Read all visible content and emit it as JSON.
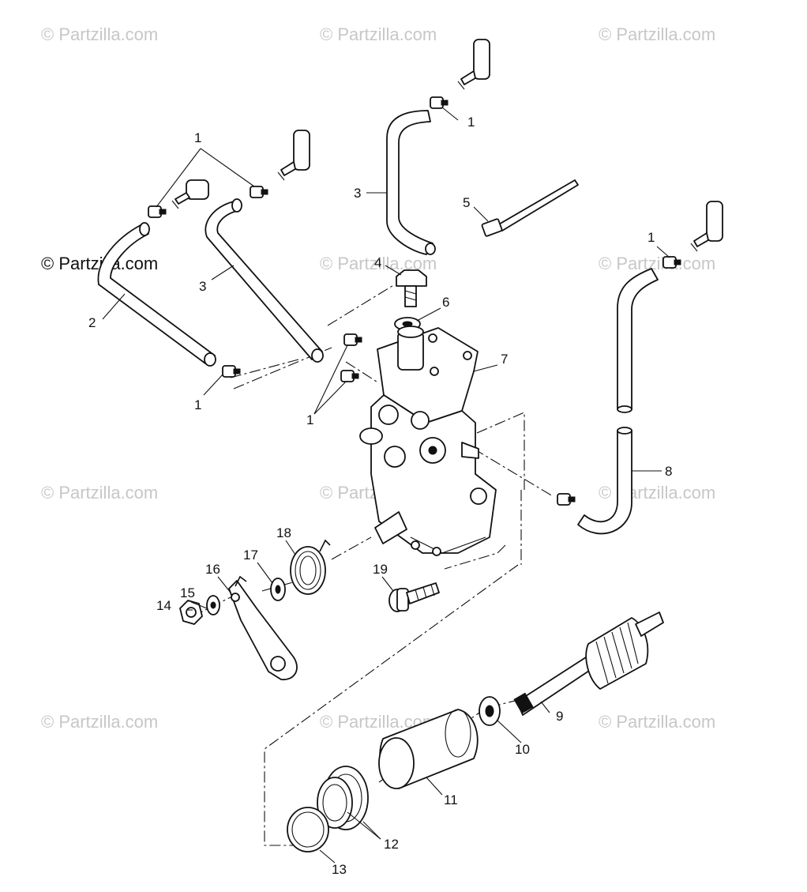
{
  "watermark": {
    "text": "© Partzilla.com",
    "main_text": "© Partzilla.com"
  },
  "callouts": [
    "1",
    "2",
    "3",
    "4",
    "5",
    "6",
    "7",
    "8",
    "9",
    "10",
    "11",
    "12",
    "13",
    "14",
    "15",
    "16",
    "17",
    "18",
    "19"
  ]
}
